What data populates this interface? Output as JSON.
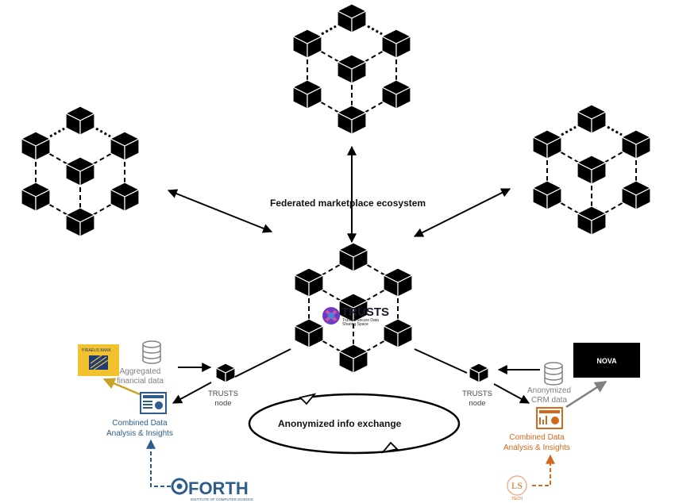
{
  "diagram": {
    "federated_label": "Federated  marketplace ecosystem",
    "exchange_label": "Anonymized info exchange",
    "trusts_logo": {
      "name": "TRUSTS",
      "tagline_line1": "Trusted Secure Data",
      "tagline_line2": "Sharing Space"
    },
    "left_node": {
      "line1": "TRUSTS",
      "line2": "node"
    },
    "right_node": {
      "line1": "TRUSTS",
      "line2": "node"
    },
    "left_data": {
      "line1": "Aggregated",
      "line2": "financial data"
    },
    "right_data": {
      "line1": "Anonymized",
      "line2": "CRM data"
    },
    "left_analysis": {
      "line1": "Combined Data",
      "line2": "Analysis & Insights"
    },
    "right_analysis": {
      "line1": "Combined Data",
      "line2": "Analysis & Insights"
    },
    "piraeus_logo": {
      "text": "PIRAEUS BANK"
    },
    "nova_logo": {
      "text": "NOVA"
    },
    "forth_logo": {
      "text": "FORTH",
      "subtitle": "INSTITUTE OF COMPUTER SCIENCE"
    },
    "lstech_logo": {
      "text": "LS",
      "subtitle": "TECH"
    },
    "colors": {
      "cube": "#000000",
      "orange": "#d2691e",
      "blue": "#2e5d8c",
      "gold": "#c9a227",
      "grey": "#808080"
    }
  }
}
